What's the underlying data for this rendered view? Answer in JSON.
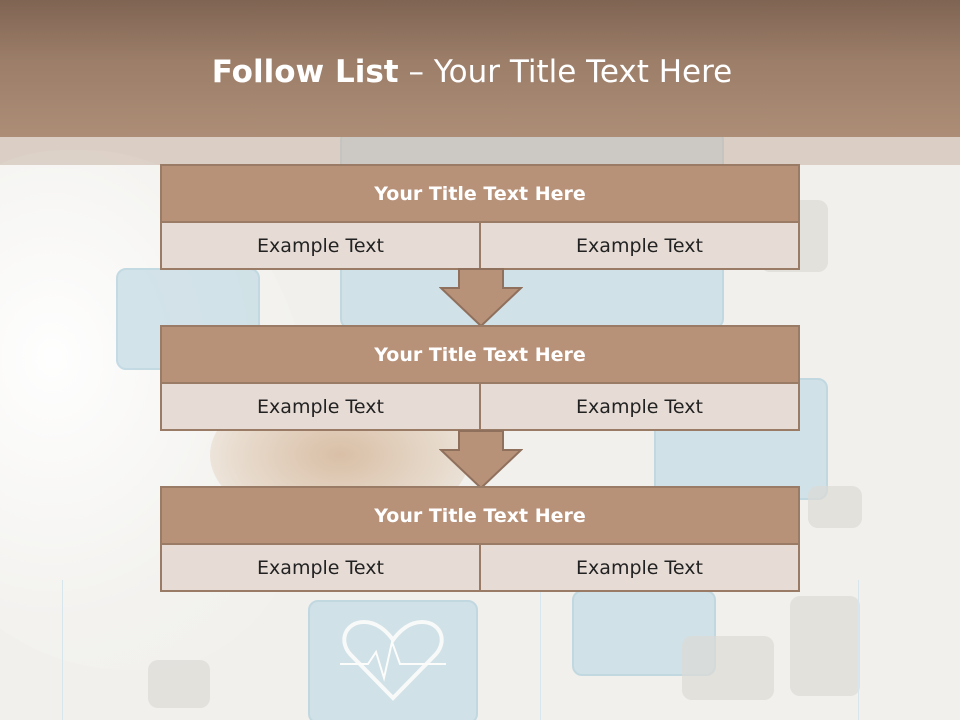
{
  "title": {
    "bold": "Follow List",
    "rest": " – Your Title Text Here"
  },
  "colors": {
    "header": "#a88a73",
    "box_head": "#b89179",
    "box_cell": "#e7dcd5",
    "arrow": "#b89179"
  },
  "boxes": [
    {
      "title": "Your Title Text Here",
      "left": "Example Text",
      "right": "Example Text"
    },
    {
      "title": "Your Title Text Here",
      "left": "Example Text",
      "right": "Example Text"
    },
    {
      "title": "Your Title Text Here",
      "left": "Example Text",
      "right": "Example Text"
    }
  ]
}
